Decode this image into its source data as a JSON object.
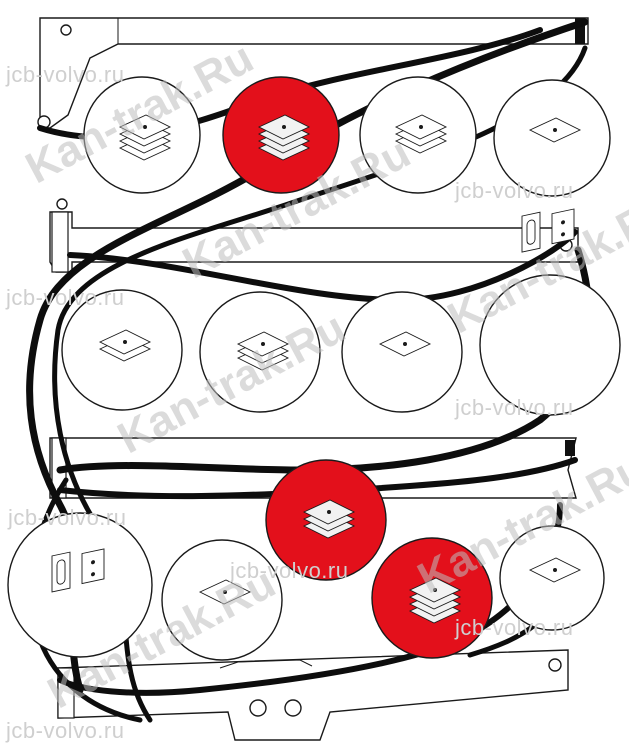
{
  "colors": {
    "highlight": "#e3101b",
    "ink": "#1a1a1a",
    "paper": "#ffffff",
    "watermark": "#cfcfcf"
  },
  "watermarks": {
    "small": [
      "jcb-volvo.ru",
      "jcb-volvo.ru",
      "jcb-volvo.ru",
      "jcb-volvo.ru",
      "jcb-volvo.ru",
      "jcb-volvo.ru",
      "jcb-volvo.ru",
      "jcb-volvo.ru"
    ],
    "big": [
      "Kan-trak.Ru",
      "Kan-trak.Ru",
      "Kan-trak.Ru",
      "Kan-trak.Ru",
      "Kan-trak.Ru",
      "Kan-trak.Ru"
    ]
  },
  "wear_pads": [
    {
      "row": 1,
      "index": 1,
      "style": "stack-4",
      "highlighted": false
    },
    {
      "row": 1,
      "index": 2,
      "style": "stack-4",
      "highlighted": true
    },
    {
      "row": 1,
      "index": 3,
      "style": "stack-3",
      "highlighted": false
    },
    {
      "row": 1,
      "index": 4,
      "style": "plate-holes",
      "highlighted": false
    },
    {
      "row": 2,
      "index": 1,
      "style": "stack-2",
      "highlighted": false
    },
    {
      "row": 2,
      "index": 2,
      "style": "stack-3",
      "highlighted": false
    },
    {
      "row": 2,
      "index": 3,
      "style": "plate-holes",
      "highlighted": false
    },
    {
      "row": 2,
      "index": 4,
      "style": "slotted-pair",
      "highlighted": false
    },
    {
      "row": 3,
      "index": 1,
      "style": "stack-3",
      "highlighted": true
    },
    {
      "row": 4,
      "index": 1,
      "style": "slotted-pair",
      "highlighted": false
    },
    {
      "row": 4,
      "index": 2,
      "style": "plate-holes",
      "highlighted": false
    },
    {
      "row": 4,
      "index": 3,
      "style": "stack-4",
      "highlighted": true
    },
    {
      "row": 4,
      "index": 4,
      "style": "plate-holes",
      "highlighted": false
    }
  ]
}
